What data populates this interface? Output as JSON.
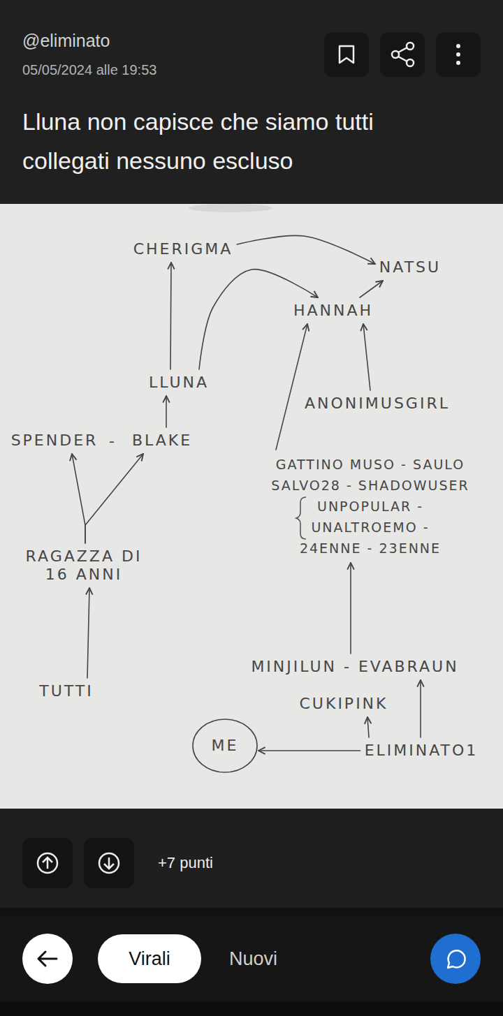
{
  "diagram": {
    "title": "Lluna non capisce che siamo tutti collegati nessuno escluso",
    "nodes": [
      {
        "text": [
          "CHERIGMA"
        ]
      },
      {
        "text": [
          "NATSU"
        ]
      },
      {
        "text": [
          "HANNAH"
        ]
      },
      {
        "text": [
          "LLUNA"
        ]
      },
      {
        "text": [
          "ANONIMUSGIRL"
        ]
      },
      {
        "text": [
          "SPENDER"
        ]
      },
      {
        "text": [
          "BLAKE"
        ]
      },
      {
        "text": [
          "GATTINO MUSO - SAULO",
          "SALVO28 - SHADOWUSER",
          "UNPOPULAR -",
          "UNALTROEMO -",
          "24ENNE - 23ENNE"
        ]
      },
      {
        "text": [
          "RAGAZZA DI 16 ANNI"
        ]
      },
      {
        "text": [
          "MINJILUN - EVABRAUN"
        ]
      },
      {
        "text": [
          "TUTTI"
        ]
      },
      {
        "text": [
          "CUKIPINK"
        ]
      },
      {
        "text": [
          "ME"
        ]
      },
      {
        "text": [
          "ELIMINATO1"
        ]
      }
    ],
    "edges": [
      {
        "from": 10,
        "to": 8,
        "arrow": "to"
      },
      {
        "from": 8,
        "to": 5,
        "arrow": "to"
      },
      {
        "from": 8,
        "to": 6,
        "arrow": "to"
      },
      {
        "from": 6,
        "to": 3,
        "arrow": "to"
      },
      {
        "from": 3,
        "to": 0,
        "arrow": "to"
      },
      {
        "from": 3,
        "to": 2,
        "arrow": "to"
      },
      {
        "from": 0,
        "to": 1,
        "arrow": "to"
      },
      {
        "from": 2,
        "to": 1,
        "arrow": "to"
      },
      {
        "from": 4,
        "to": 2,
        "arrow": "to"
      },
      {
        "from": 7,
        "to": 2,
        "arrow": "to"
      },
      {
        "from": 9,
        "to": 7,
        "arrow": "to"
      },
      {
        "from": 13,
        "to": 11,
        "arrow": "to"
      },
      {
        "from": 13,
        "to": 9,
        "arrow": "to"
      },
      {
        "from": 13,
        "to": 12,
        "arrow": "to"
      }
    ],
    "labels": [
      "@eliminato",
      "05/05/2024 alle 19:53",
      "-",
      "+7 punti",
      "Virali",
      "Nuovi"
    ]
  }
}
